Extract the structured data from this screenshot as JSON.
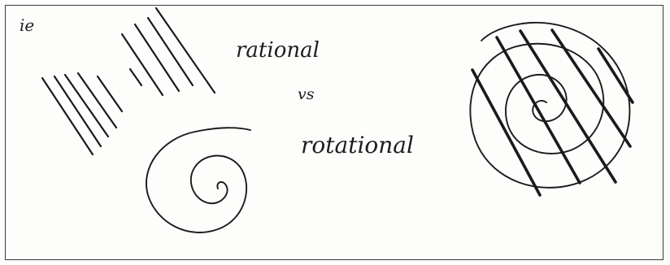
{
  "labels": {
    "corner_note": "ie",
    "word_rational": "rational",
    "word_vs": "vs",
    "word_rotational": "rotational"
  },
  "colors": {
    "ink": "#1b1b1b",
    "paper": "#fdfdfc",
    "frame": "#3a3a3a"
  },
  "figures": [
    {
      "name": "parallel-lines",
      "count": 10
    },
    {
      "name": "spiral"
    },
    {
      "name": "spiral-with-lines",
      "line_count": 5
    }
  ]
}
